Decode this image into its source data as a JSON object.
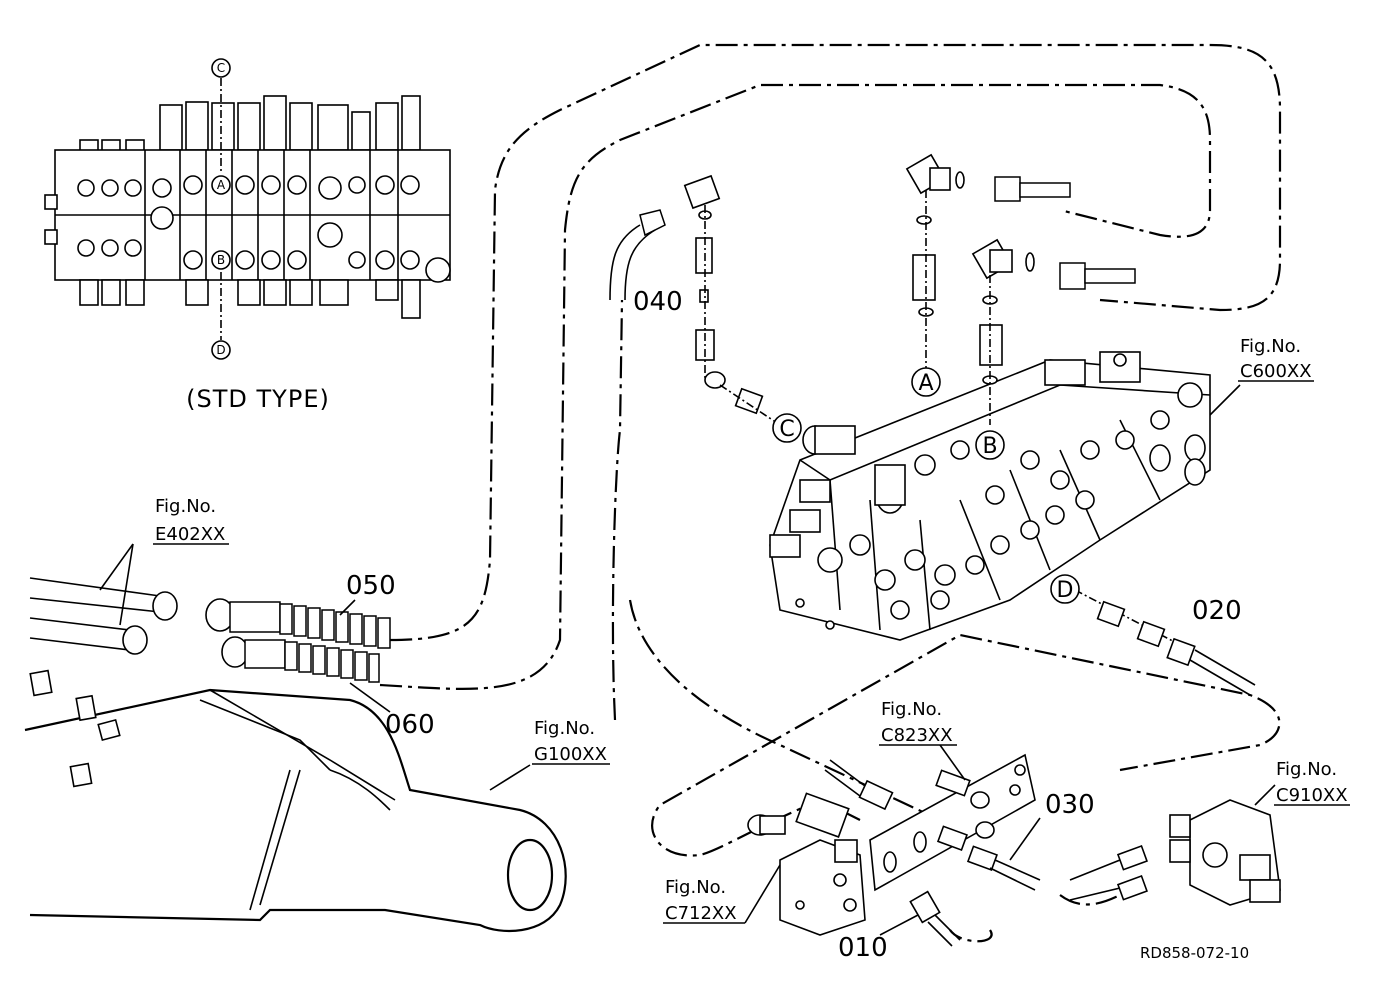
{
  "std_type_label": "(STD TYPE)",
  "port_refs": {
    "A": "A",
    "B": "B",
    "C": "C",
    "D": "D"
  },
  "part_numbers": {
    "p010": "010",
    "p020": "020",
    "p030": "030",
    "p040": "040",
    "p050": "050",
    "p060": "060"
  },
  "figure_refs": [
    {
      "id": "e402",
      "line1": "Fig.No.",
      "line2": "E402XX"
    },
    {
      "id": "c600",
      "line1": "Fig.No.",
      "line2": "C600XX"
    },
    {
      "id": "g100",
      "line1": "Fig.No.",
      "line2": "G100XX"
    },
    {
      "id": "c823",
      "line1": "Fig.No.",
      "line2": "C823XX"
    },
    {
      "id": "c910",
      "line1": "Fig.No.",
      "line2": "C910XX"
    },
    {
      "id": "c712",
      "line1": "Fig.No.",
      "line2": "C712XX"
    }
  ],
  "drawing_code": "RD858-072-10"
}
